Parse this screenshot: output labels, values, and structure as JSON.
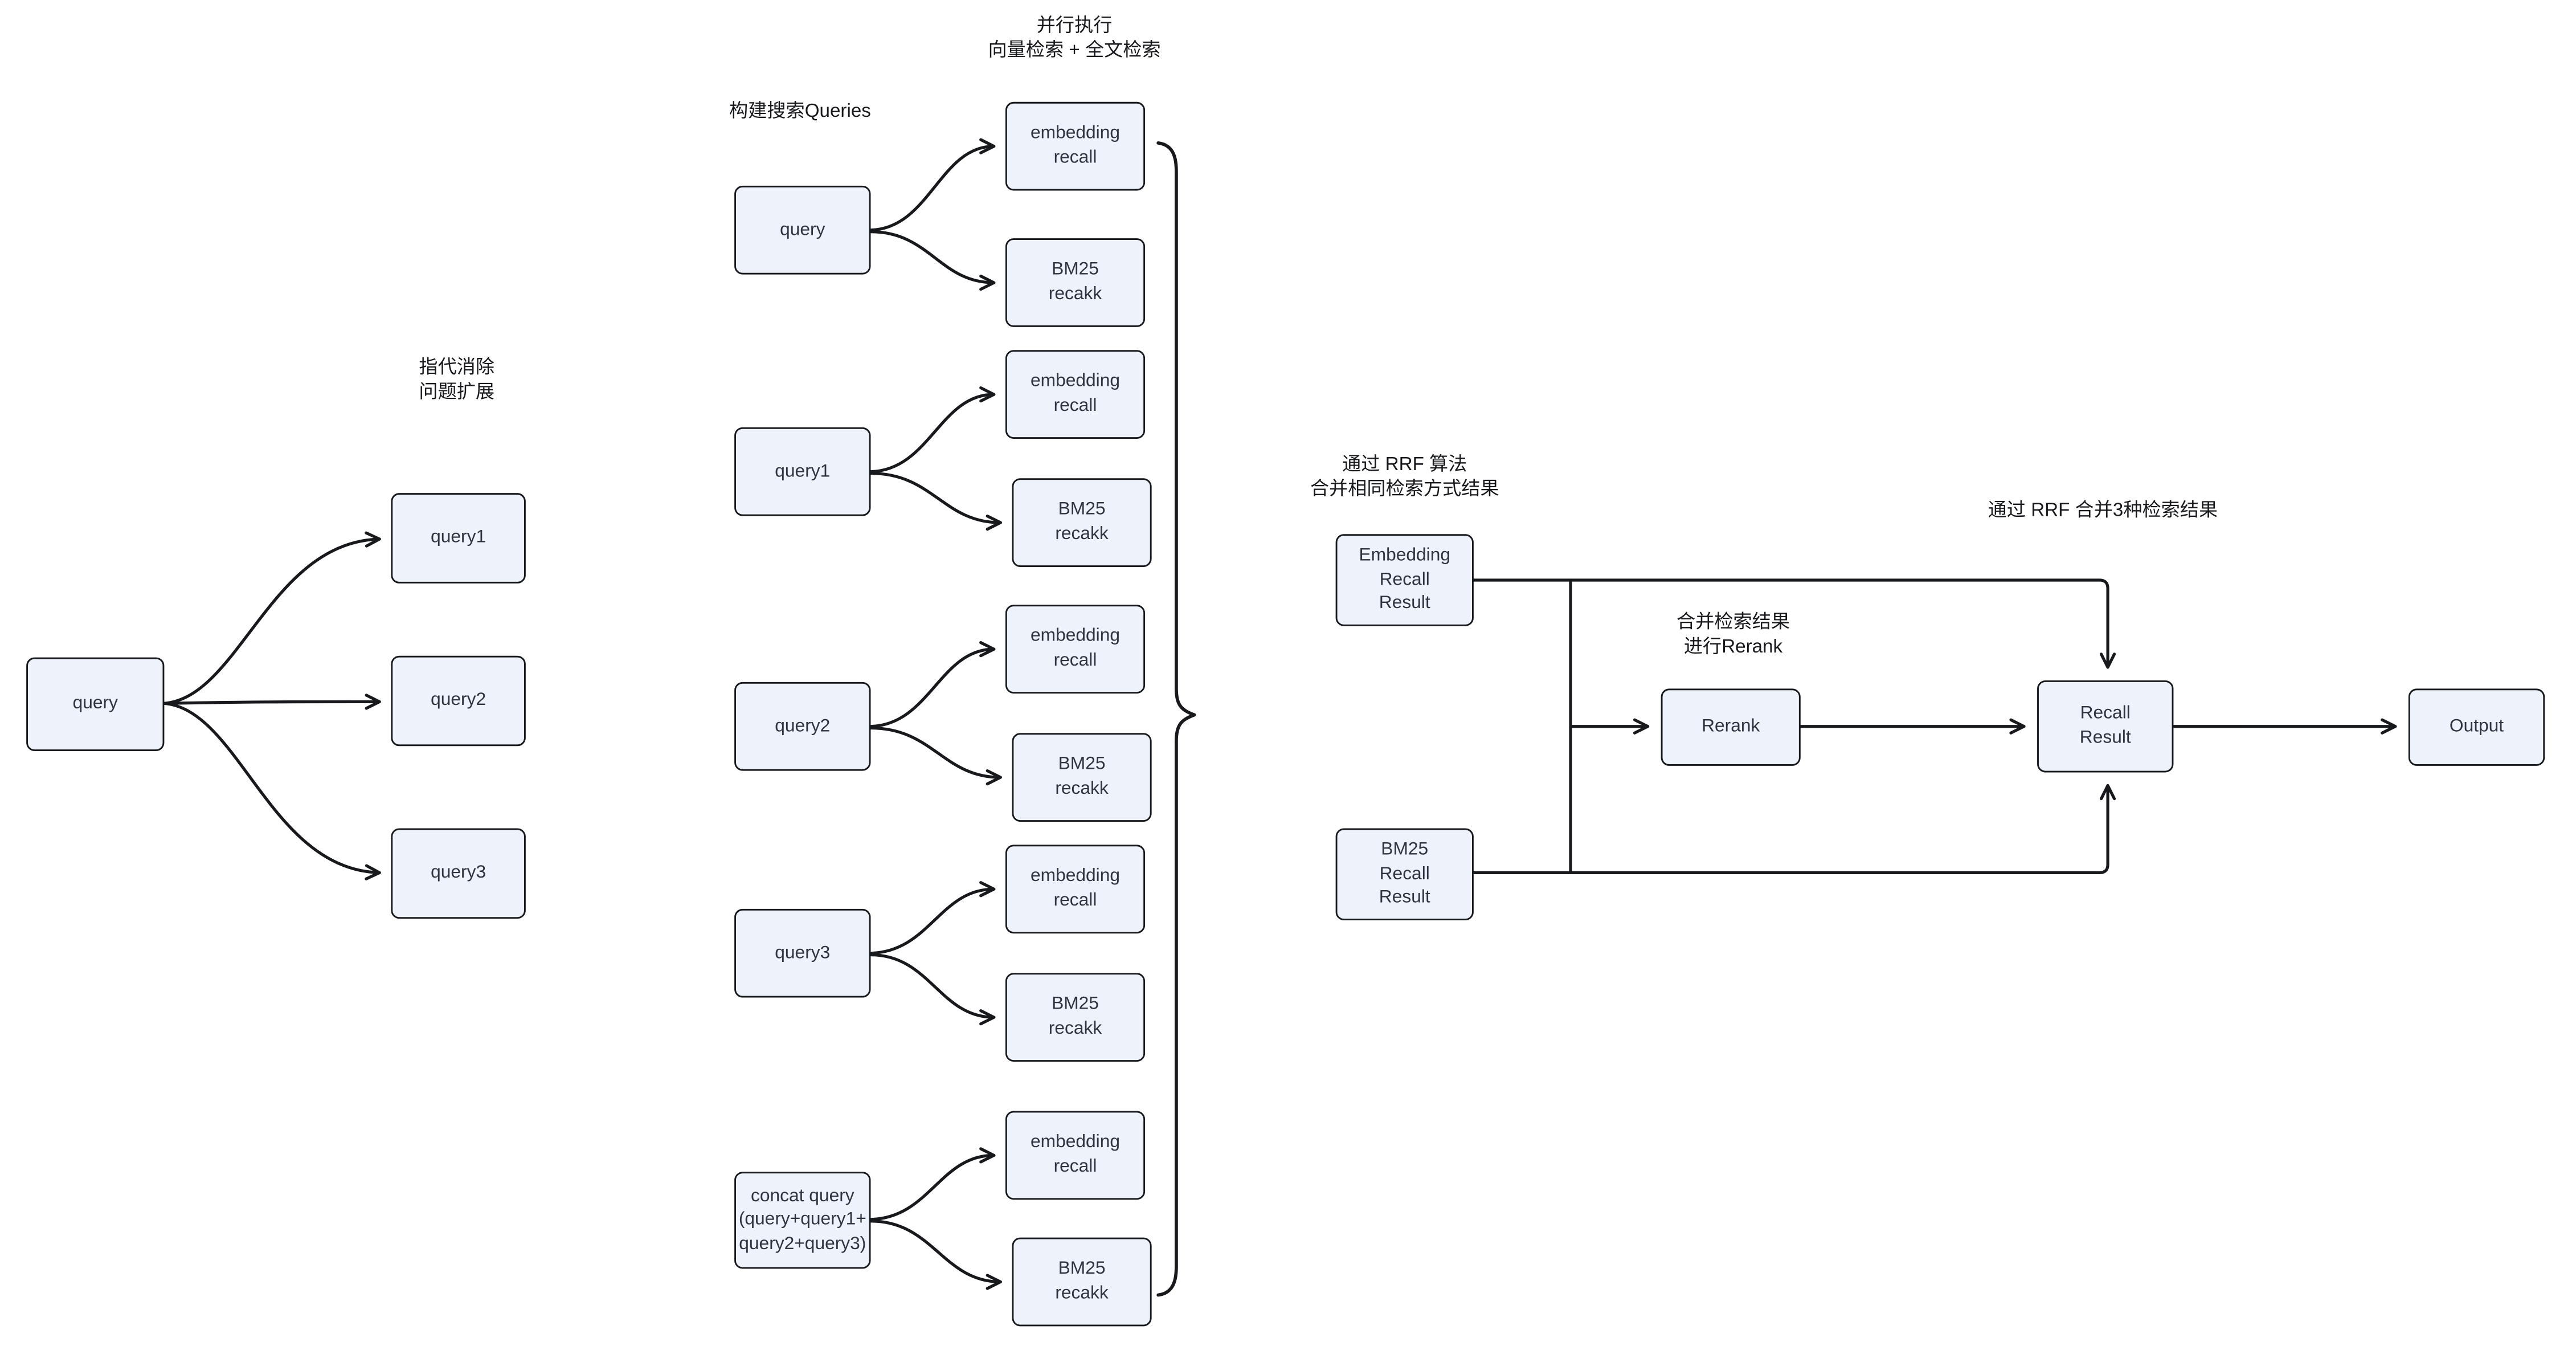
{
  "diagram": {
    "background": "#ffffff",
    "colors": {
      "node_fill": "#edf2fb",
      "node_border": "#17191d",
      "node_text": "#2e3440",
      "note_text": "#17191d",
      "edge": "#17191d"
    },
    "notes": {
      "coref_expand": "指代消除\n问题扩展",
      "build_queries": "构建搜索Queries",
      "parallel_exec": "并行执行\n向量检索 + 全文检索",
      "rrf_merge_same": "通过 RRF 算法\n合并相同检索方式结果",
      "merge_rerank": "合并检索结果\n进行Rerank",
      "rrf_merge_three": "通过 RRF 合并3种检索结果"
    },
    "nodes": {
      "query_root": "query",
      "query1": "query1",
      "query2": "query2",
      "query3": "query3",
      "mid_query": "query",
      "mid_query1": "query1",
      "mid_query2": "query2",
      "mid_query3": "query3",
      "concat_query": "concat query\n(query+query1+\nquery2+query3)",
      "embedding_recall": "embedding\nrecall",
      "bm25_recall": "BM25\nrecakk",
      "embedding_recall_result": "Embedding\nRecall\nResult",
      "bm25_recall_result": "BM25\nRecall\nResult",
      "rerank": "Rerank",
      "recall_result": "Recall\nResult",
      "output": "Output"
    }
  }
}
